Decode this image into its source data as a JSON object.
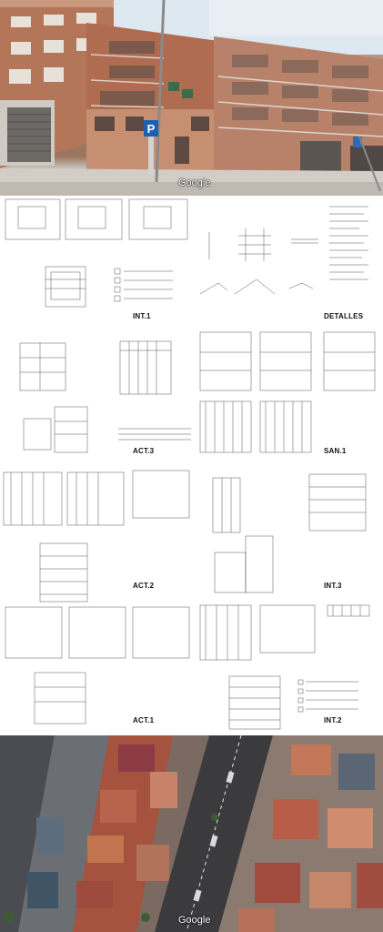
{
  "street_view": {
    "watermark": "Google",
    "sign_letter": "P"
  },
  "sheets": [
    {
      "key": "int1",
      "label": "INT.1"
    },
    {
      "key": "detalles",
      "label": "DETALLES"
    },
    {
      "key": "act3",
      "label": "ACT.3"
    },
    {
      "key": "san1",
      "label": "SAN.1"
    },
    {
      "key": "act2",
      "label": "ACT.2"
    },
    {
      "key": "int3",
      "label": "INT.3"
    },
    {
      "key": "act1",
      "label": "ACT.1"
    },
    {
      "key": "int2",
      "label": "INT.2"
    }
  ],
  "aerial_view": {
    "watermark": "Google"
  },
  "colors": {
    "brick": "#b67a5e",
    "roof_red": "#a6474a",
    "street": "#3a3a3c",
    "paper": "#ffffff",
    "ink": "#1a1a1a"
  }
}
